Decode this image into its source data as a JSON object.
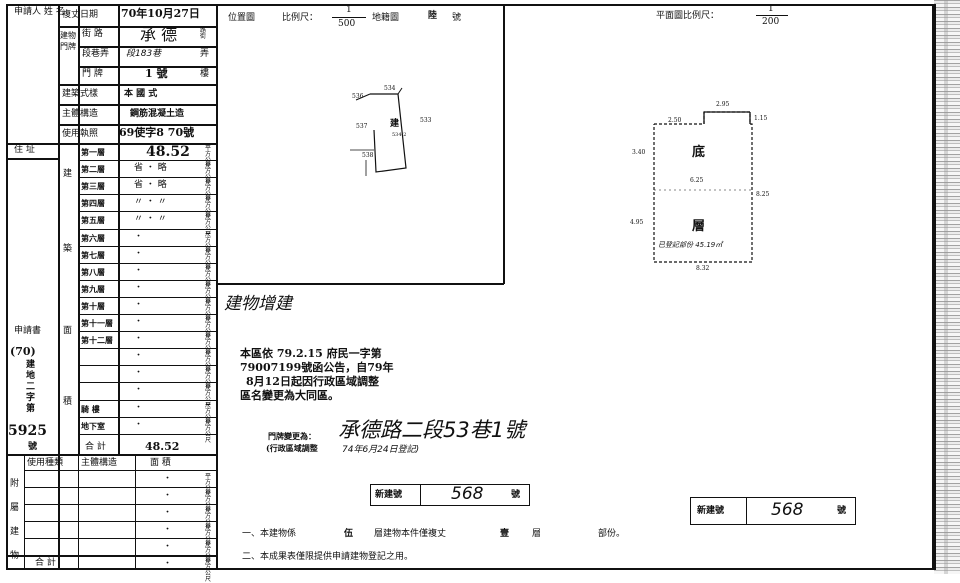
{
  "header": {
    "applicant_label": "申請人 姓 名",
    "review_date_label": "複丈日期",
    "review_date": "70年10月27日",
    "address_label_1": "建物門牌",
    "street_label": "街 路",
    "street_value": "承 德",
    "street_unit": "路街",
    "lane_label": "段巷弄",
    "lane_value": "段183巷",
    "lane_unit": "弄",
    "number_label": "門 牌",
    "number_value": "1 號",
    "number_unit": "樓",
    "style_label": "建築式樣",
    "style_value": "本 國 式",
    "structure_label": "主體構造",
    "structure_value": "鋼筋混凝土造",
    "license_label": "使用執照",
    "license_value": "69使字8 70號",
    "residence_label": "住 址"
  },
  "floors": {
    "section_label_1": "建",
    "section_label_2": "築",
    "section_label_3": "面",
    "section_label_4": "積",
    "unit": "平方公尺",
    "rows": [
      {
        "name": "第一層",
        "value": "48.52"
      },
      {
        "name": "第二層",
        "value": "省  ・ 略"
      },
      {
        "name": "第三層",
        "value": "省  ・ 略"
      },
      {
        "name": "第四層",
        "value": "〃  ・ 〃"
      },
      {
        "name": "第五層",
        "value": "〃  ・ 〃"
      },
      {
        "name": "第六層",
        "value": "・"
      },
      {
        "name": "第七層",
        "value": "・"
      },
      {
        "name": "第八層",
        "value": "・"
      },
      {
        "name": "第九層",
        "value": "・"
      },
      {
        "name": "第十層",
        "value": "・"
      },
      {
        "name": "第十一層",
        "value": "・"
      },
      {
        "name": "第十二層",
        "value": "・"
      },
      {
        "name": "",
        "value": "・"
      },
      {
        "name": "",
        "value": "・"
      },
      {
        "name": "",
        "value": "・"
      },
      {
        "name": "騎 樓",
        "value": "・"
      },
      {
        "name": "地下室",
        "value": "・"
      }
    ],
    "total_label": "合 計",
    "total_value": "48.52"
  },
  "application": {
    "label": "申請書",
    "year": "(70)",
    "code": "建地二字第",
    "number": "5925",
    "suffix": "號"
  },
  "annex": {
    "label": "附屬建物",
    "col_use": "使用種類",
    "col_structure": "主體構造",
    "col_area": "面 積",
    "total_label": "合 計"
  },
  "location_map": {
    "title": "位置圖",
    "scale_label": "比例尺：",
    "scale_num": "1",
    "scale_den": "500",
    "cadastral_label": "地籍圖",
    "cadastral_value": "陸",
    "cadastral_suffix": "號",
    "parcel_labels": [
      "536",
      "534",
      "537",
      "533",
      "538",
      "建",
      "534-2"
    ]
  },
  "floor_plan": {
    "title": "平面圖比例尺：",
    "scale_num": "1",
    "scale_den": "200",
    "dims": [
      "2.50",
      "2.95",
      "1.15",
      "3.40",
      "6.25",
      "8.25",
      "4.95",
      "8.32"
    ],
    "label_top": "底",
    "label_bottom": "層",
    "registered": "已登記部份 45.19㎡"
  },
  "notes": {
    "handwritten_title": "建物增建",
    "notice_1": "本區依 79.2.15 府民一字第",
    "notice_2": "79007199號函公告，自79年",
    "notice_3": "8月12日起因行政區域調整",
    "notice_4": "區名變更為大同區。",
    "change_label": "門牌變更為：",
    "change_sub": "(行政區域調整",
    "change_value": "承德路二段53巷1號",
    "change_date": "74年6月24日登記)",
    "new_build_label": "新建號",
    "new_build_value": "568",
    "new_build_suffix": "號",
    "footer_1_a": "一、本建物係",
    "footer_1_b": "伍",
    "footer_1_c": "層建物本件僅複丈",
    "footer_1_d": "壹",
    "footer_1_e": "層",
    "footer_1_f": "部份。",
    "footer_2": "二、本成果表僅限提供申請建物登記之用。"
  }
}
